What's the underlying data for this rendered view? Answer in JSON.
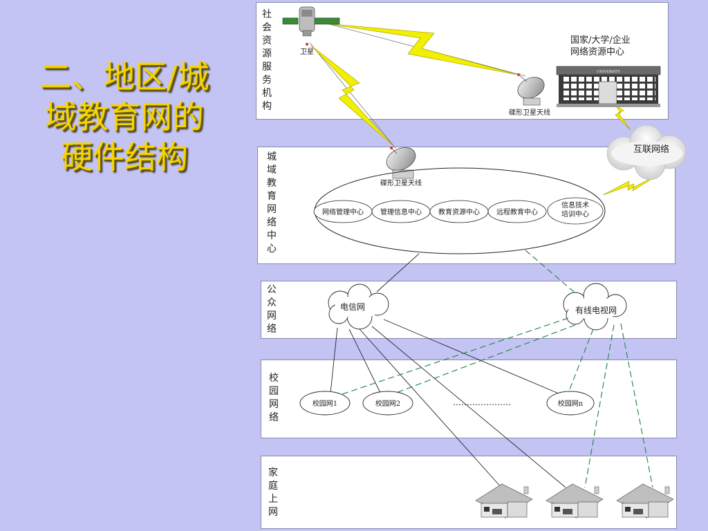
{
  "title_lines": [
    "二、地区/城",
    "域教育网的",
    "硬件结构"
  ],
  "tiers": {
    "social": "社会资源服务机构",
    "city": "城域教育网络中心",
    "public": "公众网络",
    "campus": "校园网络",
    "home": "家庭上网"
  },
  "nodes": {
    "satellite": "卫星",
    "resource_center_line1": "国家/大学/企业",
    "resource_center_line2": "网络资源中心",
    "building_sign": "UNIVERSITY",
    "dish_top": "碟形卫星天线",
    "dish_city": "碟形卫星天线",
    "internet": "互联网络",
    "telecom": "电信网",
    "cable_tv": "有线电视网",
    "ellipsis": "…………………"
  },
  "centers": [
    "网络管理中心",
    "管理信息中心",
    "教育资源中心",
    "远程教育中心",
    "信息技术培训中心"
  ],
  "campuses": [
    "校园网1",
    "校园网2",
    "校园网n"
  ],
  "colors": {
    "background": "#c4c4f4",
    "title": "#f6d400",
    "lightning": "#f0f000",
    "dashed_link": "#2a8a4a",
    "solid_link": "#222222"
  }
}
